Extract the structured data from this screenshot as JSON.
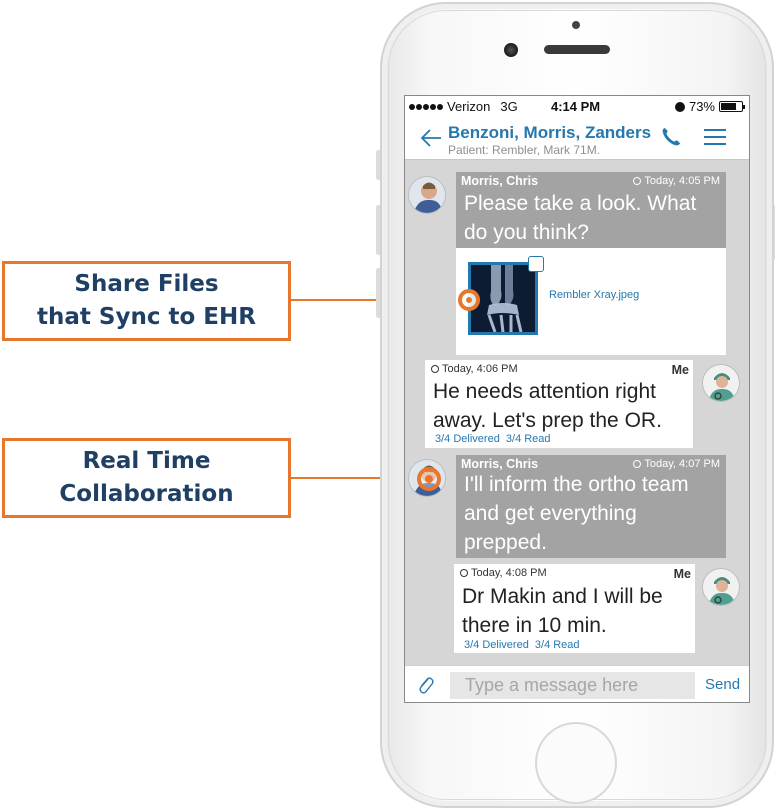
{
  "callouts": [
    {
      "line1": "Share Files",
      "line2": "that Sync to EHR"
    },
    {
      "line1": "Real Time",
      "line2": "Collaboration"
    }
  ],
  "colors": {
    "accent": "#E8772E",
    "brand_blue": "#2578AE",
    "callout_text": "#1F3F64",
    "bubble_gray": "#A3A3A3"
  },
  "status_bar": {
    "carrier": "Verizon",
    "network": "3G",
    "time": "4:14 PM",
    "battery": "73%",
    "battery_level": 0.73
  },
  "nav": {
    "back_icon": "arrow-left-icon",
    "title": "Benzoni, Morris, Zanders",
    "subtitle": "Patient: Rembler, Mark 71M.",
    "call_icon": "phone-icon",
    "menu_icon": "hamburger-menu-icon"
  },
  "messages": [
    {
      "sender": "Morris, Chris",
      "time": "Today, 4:05 PM",
      "line1": "Please take a look. What",
      "line2": "do you think?",
      "attachment": {
        "filename": "Rembler Xray.jpeg"
      }
    },
    {
      "sender": "Me",
      "time": "Today, 4:06 PM",
      "line1": "He needs attention right",
      "line2": "away. Let's prep the OR.",
      "delivered": "3/4 Delivered",
      "read": "3/4 Read"
    },
    {
      "sender": "Morris, Chris",
      "time": "Today, 4:07 PM",
      "line1": "I'll inform the ortho team",
      "line2": "and get everything",
      "line3": "prepped."
    },
    {
      "sender": "Me",
      "time": "Today, 4:08 PM",
      "line1": "Dr Makin and I will be",
      "line2": "there in 10 min.",
      "delivered": "3/4 Delivered",
      "read": "3/4 Read"
    }
  ],
  "composer": {
    "attach_icon": "paperclip-icon",
    "placeholder": "Type a message here",
    "send_label": "Send"
  }
}
